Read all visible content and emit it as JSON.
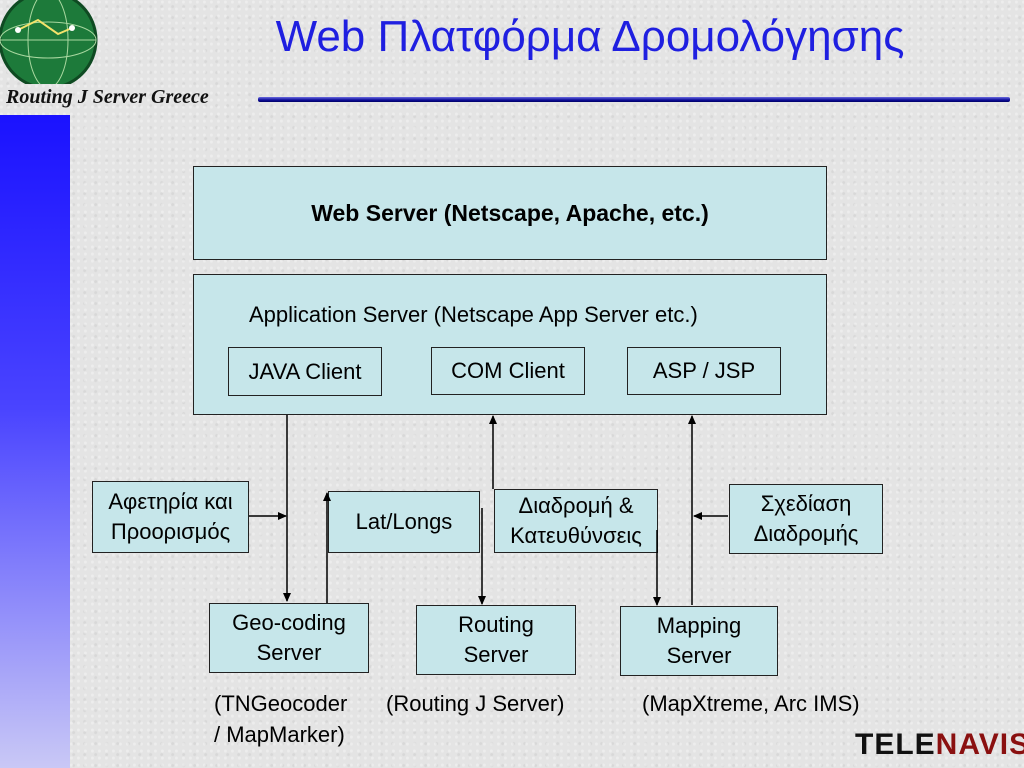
{
  "slide": {
    "title": "Web Πλατφόρμα Δρομολόγησης",
    "brand": "Routing J Server Greece"
  },
  "diagram": {
    "web_server": "Web Server (Netscape, Apache, etc.)",
    "app_server": "Application Server (Netscape App Server etc.)",
    "clients": [
      "JAVA Client",
      "COM Client",
      "ASP / JSP"
    ],
    "inputs": {
      "origin_dest": [
        "Αφετηρία και",
        "Προορισμός"
      ],
      "lat_longs": "Lat/Longs",
      "route_directions": [
        "Διαδρομή &",
        "Κατευθύνσεις"
      ],
      "route_drawing": [
        "Σχεδίαση",
        "Διαδρομής"
      ]
    },
    "servers": {
      "geocoding": [
        "Geo-coding",
        "Server"
      ],
      "routing": [
        "Routing",
        "Server"
      ],
      "mapping": [
        "Mapping",
        "Server"
      ]
    },
    "products": {
      "geocoding": [
        "(TNGeocoder",
        "/ MapMarker)"
      ],
      "routing": "(Routing J Server)",
      "mapping": "(MapXtreme, Arc IMS)"
    }
  },
  "logo": {
    "part1": "TELE",
    "part2": "NAVIS"
  }
}
